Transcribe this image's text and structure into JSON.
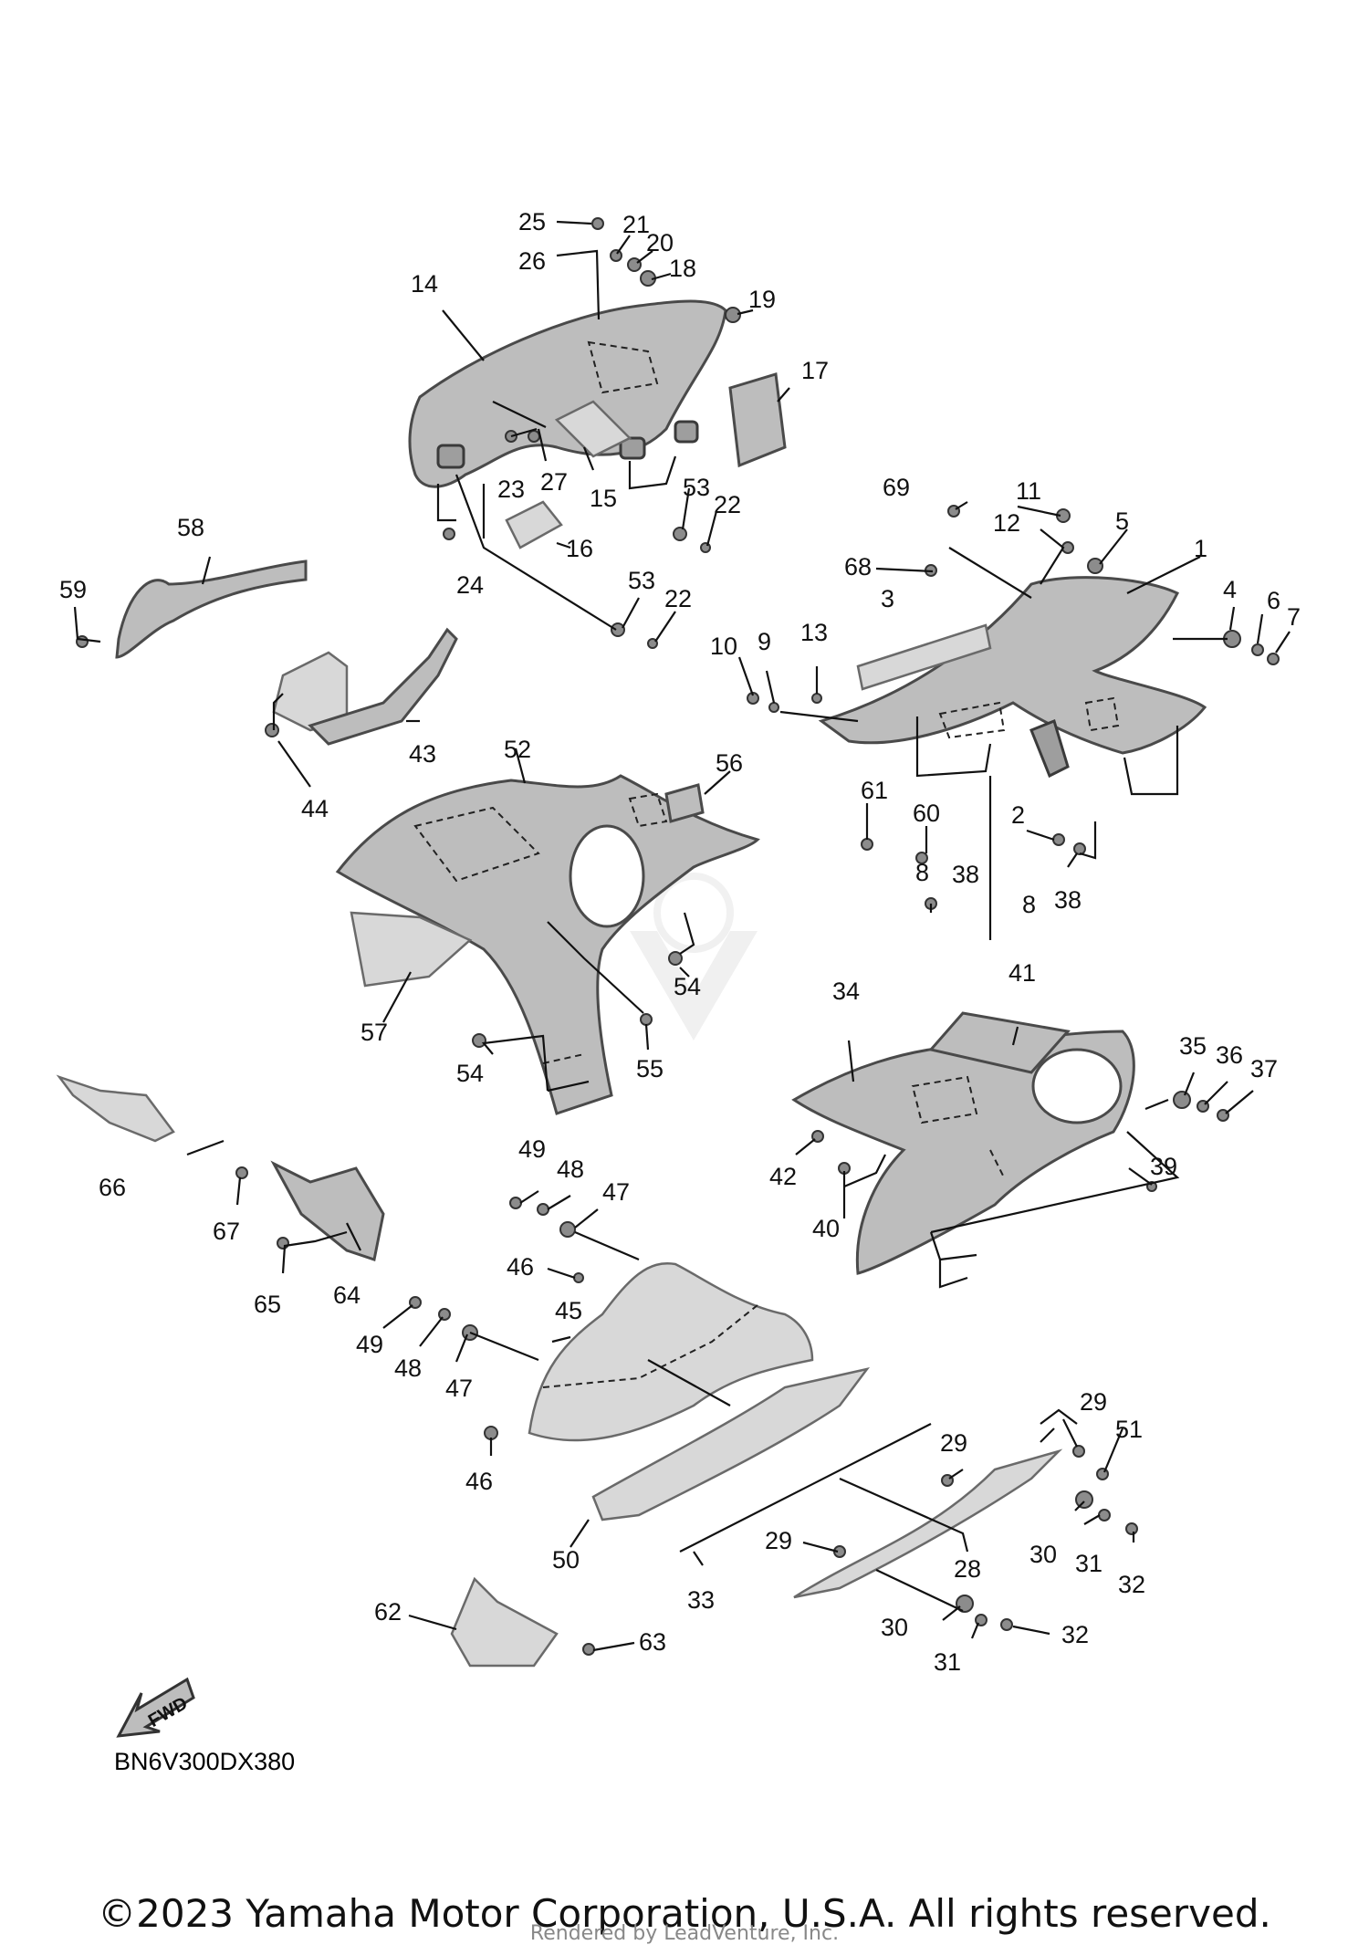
{
  "diagram": {
    "callouts": [
      "25",
      "21",
      "20",
      "26",
      "18",
      "19",
      "14",
      "17",
      "27",
      "23",
      "15",
      "53",
      "22",
      "69",
      "11",
      "12",
      "5",
      "1",
      "16",
      "58",
      "24",
      "59",
      "68",
      "53",
      "22",
      "3",
      "4",
      "6",
      "7",
      "10",
      "9",
      "13",
      "43",
      "52",
      "56",
      "44",
      "61",
      "60",
      "2",
      "8",
      "38",
      "8",
      "38",
      "54",
      "57",
      "55",
      "54",
      "34",
      "41",
      "35",
      "36",
      "37",
      "66",
      "67",
      "42",
      "49",
      "48",
      "47",
      "40",
      "39",
      "65",
      "64",
      "46",
      "45",
      "49",
      "48",
      "47",
      "29",
      "51",
      "46",
      "29",
      "28",
      "30",
      "31",
      "32",
      "50",
      "29",
      "33",
      "62",
      "63",
      "30",
      "31",
      "32"
    ],
    "direction_label": "FWD",
    "diagram_code": "BN6V300DX380"
  },
  "footer": {
    "copyright": "©2023 Yamaha Motor Corporation, U.S.A. All rights reserved.",
    "rendered_by": "Rendered by LeadVenture, Inc."
  }
}
